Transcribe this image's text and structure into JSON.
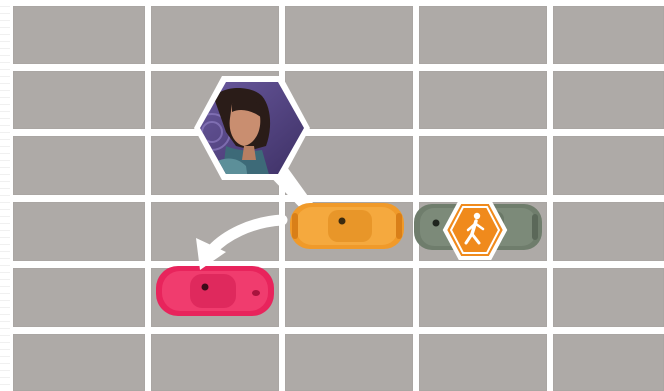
{
  "board": {
    "background": "#ffffff",
    "cell_color": "#aeaaa7",
    "rows": 6,
    "cols": 5
  },
  "pieces": [
    {
      "id": "character-token",
      "kind": "portrait",
      "icon": "character-portrait-icon",
      "frame_color": "#ffffff",
      "bg_color": "#5b4a8c"
    },
    {
      "id": "orange-car",
      "kind": "car",
      "color": "#f09a2a"
    },
    {
      "id": "green-car",
      "kind": "car",
      "color": "#6f7d6c"
    },
    {
      "id": "pink-car",
      "kind": "car",
      "color": "#e8245c"
    },
    {
      "id": "pedestrian-token",
      "kind": "hazard",
      "icon": "pedestrian-icon",
      "color": "#f08a1c"
    }
  ],
  "indicators": [
    {
      "id": "move-arrow",
      "icon": "curved-arrow-icon",
      "color": "#ffffff"
    }
  ]
}
